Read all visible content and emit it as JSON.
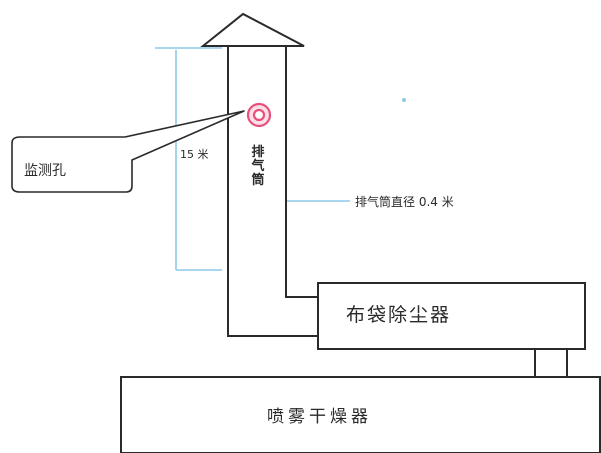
{
  "labels": {
    "monitoring_hole": "监测孔",
    "stack_height": "15 米",
    "exhaust_stack": "排气筒",
    "stack_diameter": "排气筒直径 0.4 米",
    "bag_filter": "布袋除尘器",
    "spray_dryer": "喷雾干燥器"
  },
  "colors": {
    "line": "#2a2a2a",
    "dimension_line": "#8ec9e8",
    "monitoring_ring": "#e8507a"
  },
  "icons": {
    "monitoring_hole": "target-ring-icon"
  }
}
